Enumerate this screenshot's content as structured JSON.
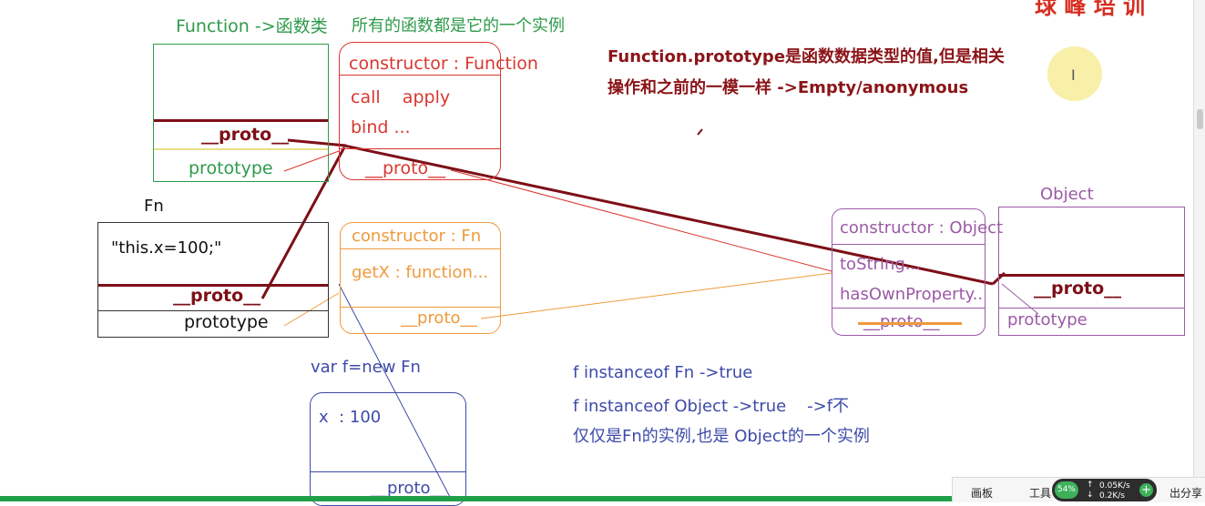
{
  "header": {
    "function_title": "Function ->函数类",
    "function_note": "所有的函数都是它的一个实例",
    "corner_text": "球 峰 培 训"
  },
  "note": {
    "line1": "Function.prototype是函数数据类型的值,但是相关",
    "line2": "操作和之前的一模一样 ->Empty/anonymous"
  },
  "function_box": {
    "proto": "__proto__",
    "prototype": "prototype"
  },
  "function_proto_box": {
    "constructor": "constructor : Function",
    "methods1": "call    apply",
    "methods2": "bind ...",
    "proto": "__proto__"
  },
  "fn_box": {
    "label": "Fn",
    "body": "\"this.x=100;\"",
    "proto": "__proto__",
    "prototype": "prototype"
  },
  "fn_proto_box": {
    "constructor": "constructor : Fn",
    "method": "getX : function...",
    "proto": "__proto__"
  },
  "object_proto_box": {
    "constructor": "constructor : Object",
    "method1": "toString...",
    "method2": "hasOwnProperty..",
    "proto": "__proto__"
  },
  "object_box": {
    "label": "Object",
    "proto": "__proto__",
    "prototype": "prototype"
  },
  "instance": {
    "declaration": "var f=new Fn",
    "prop": "x  : 100",
    "proto": "__proto__"
  },
  "conclusions": {
    "line1": "f instanceof Fn ->true",
    "line2": "f instanceof Object ->true    ->f不",
    "line3": "仅仅是Fn的实例,也是 Object的一个实例"
  },
  "toolbar": {
    "item1": "画板",
    "item2": "工具",
    "share": "出分享",
    "cpu": "54%",
    "up": "0.05K/s",
    "down": "0.2K/s"
  },
  "colors": {
    "green": "#2e9b4a",
    "red": "#d9372f",
    "dark_red": "#7d0f17",
    "orange": "#ef9a3c",
    "purple": "#9b5aa6",
    "blue": "#3d4aa8",
    "note": "#8b1418"
  }
}
